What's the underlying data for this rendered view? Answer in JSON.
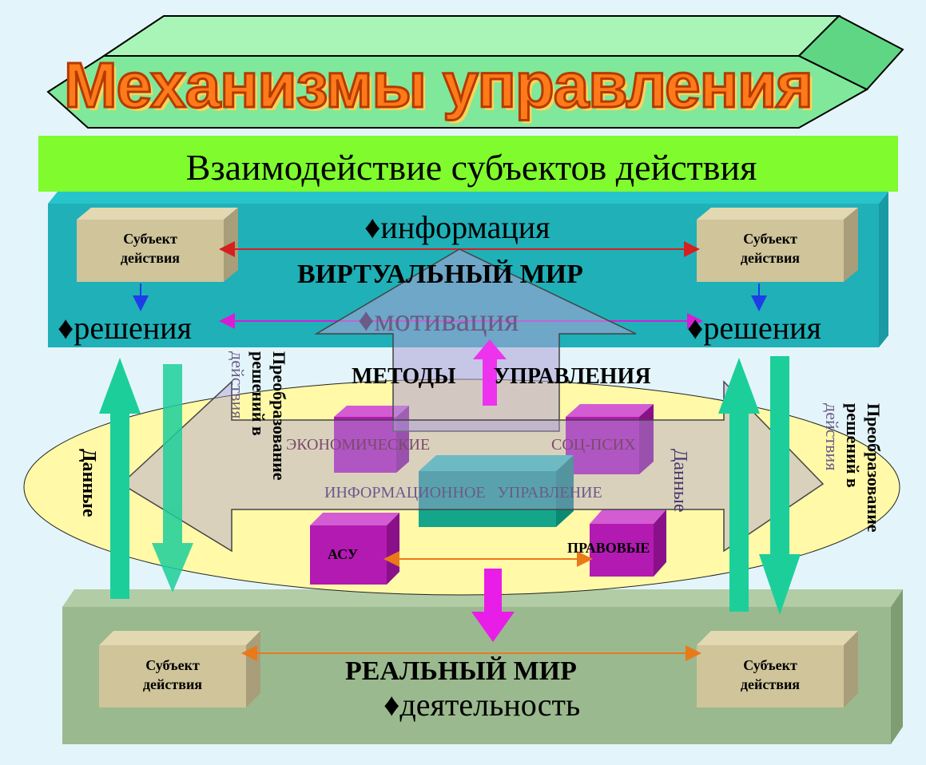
{
  "title": "Механизмы управления",
  "subtitle": "Взаимодействие субъектов действия",
  "virtual_world": {
    "label": "ВИРТУАЛЬНЫЙ МИР",
    "information": "♦информация",
    "decisions_left": "♦решения",
    "decisions_right": "♦решения",
    "motivation": "♦мотивация",
    "subject_line1": "Субъект",
    "subject_line2": "действия"
  },
  "methods": {
    "label": "МЕТОДЫ УПРАВЛЕНИЯ",
    "economic": "ЭКОНОМИЧЕСКИЕ",
    "socpsych": "СОЦ-ПСИХ",
    "info_mgmt": "ИНФОРМАЦИОННОЕ УПРАВЛЕНИЕ",
    "asu": "АСУ",
    "legal": "ПРАВОВЫЕ"
  },
  "side_labels": {
    "data": "Данные",
    "transform_line1": "Преобразование",
    "transform_line2": "решений в",
    "transform_line3": "действия"
  },
  "real_world": {
    "label": "РЕАЛЬНЫЙ МИР",
    "activity": "♦деятельность",
    "subject_line1": "Субъект",
    "subject_line2": "действия"
  },
  "colors": {
    "title_fill": "#ff7a1a",
    "prism": "#7fe89b",
    "banner": "#7ffb2e",
    "virtual_panel": "#1fb0b8",
    "real_panel": "#9bb98e",
    "ellipse": "#fff9a8",
    "teal_arrow": "#1ccf9a",
    "magenta": "#e81ee8"
  }
}
